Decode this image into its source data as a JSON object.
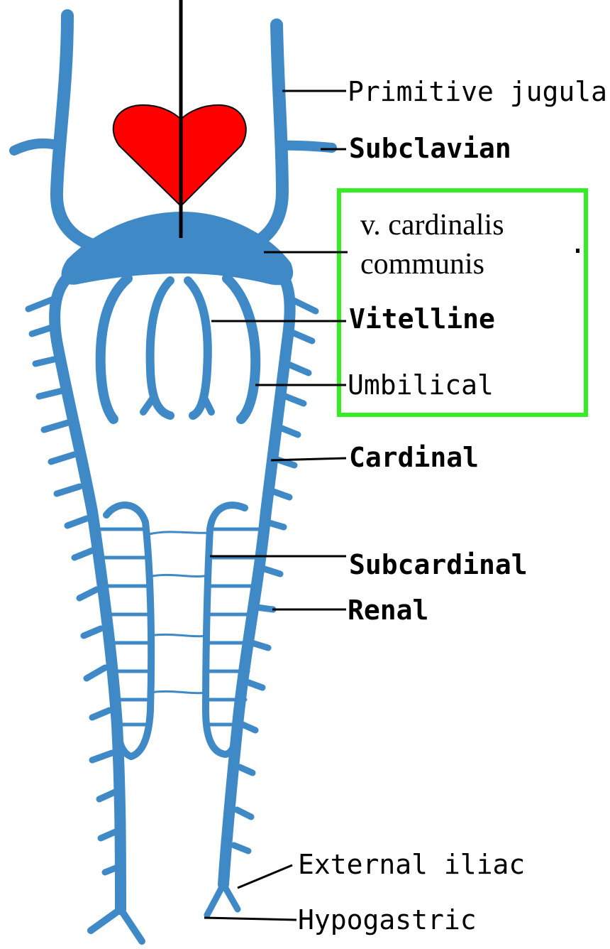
{
  "colors": {
    "vein": "#3f8ac6",
    "heart": "#ff0000",
    "box": "#33ee22",
    "line": "#000000"
  },
  "labels": {
    "primitive_jugular": "Primitive jugular",
    "subclavian": "Subclavian",
    "vitelline": "Vitelline",
    "umbilical": "Umbilical",
    "cardinal": "Cardinal",
    "subcardinal": "Subcardinal",
    "renal": "Renal",
    "external_iliac": "External iliac",
    "hypogastric": "Hypogastric"
  },
  "callout": {
    "line1": "v. cardinalis",
    "line2": "communis"
  }
}
